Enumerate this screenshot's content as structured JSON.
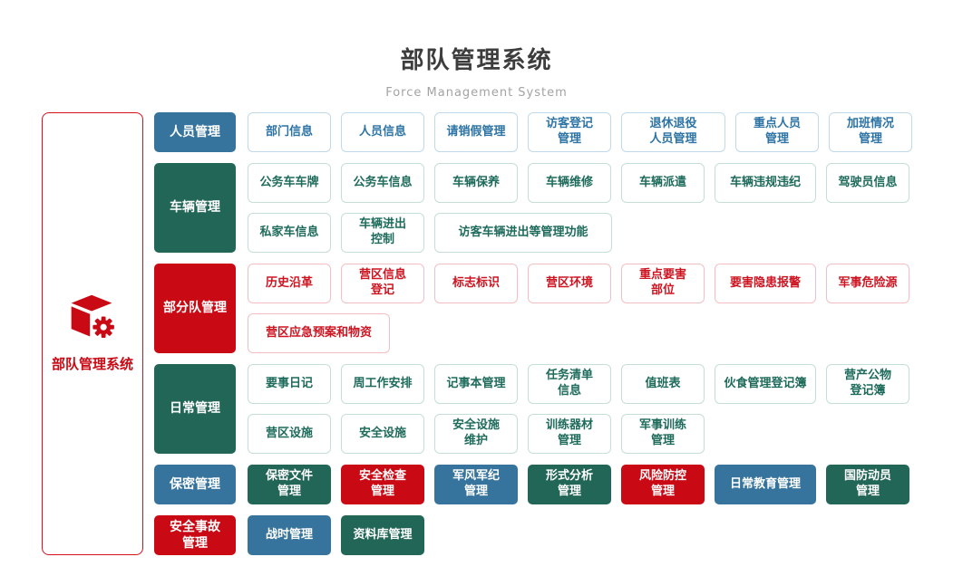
{
  "header": {
    "title": "部队管理系统",
    "subtitle": "Force Management System"
  },
  "root": {
    "label": "部队管理系统",
    "icon": "cube-gear-icon"
  },
  "palette": {
    "title": "#3d3d3d",
    "subtitle": "#a3a3a3",
    "blue": "#36749d",
    "green": "#226657",
    "red": "#c90a15",
    "root_border": "#d9111e",
    "item_blue": "#2d74a4",
    "item_blue_border": "#bfd9ea",
    "item_green": "#1e6b5c",
    "item_green_border": "#c5dfd6",
    "item_red": "#ce1421",
    "item_red_border": "#f3bfc3"
  },
  "sections": [
    {
      "label": "人员管理",
      "color": "blue",
      "items": [
        "部门信息",
        "人员信息",
        "请销假管理",
        "访客登记\n管理",
        "退休退役\n人员管理",
        "重点人员\n管理",
        "加班情况\n管理"
      ]
    },
    {
      "label": "车辆管理",
      "color": "green",
      "items": [
        "公务车车牌",
        "公务车信息",
        "车辆保养",
        "车辆维修",
        "车辆派遣",
        "车辆违规违纪",
        "驾驶员信息",
        "私家车信息",
        "车辆进出\n控制",
        "访客车辆进出等管理功能"
      ]
    },
    {
      "label": "部分队管理",
      "color": "red",
      "items": [
        "历史沿革",
        "营区信息\n登记",
        "标志标识",
        "营区环境",
        "重点要害\n部位",
        "要害隐患报警",
        "军事危险源",
        "营区应急预案和物资"
      ]
    },
    {
      "label": "日常管理",
      "color": "green",
      "items": [
        "要事日记",
        "周工作安排",
        "记事本管理",
        "任务清单\n信息",
        "值班表",
        "伙食管理登记簿",
        "营产公物\n登记簿",
        "营区设施",
        "安全设施",
        "安全设施\n维护",
        "训练器材\n管理",
        "军事训练\n管理"
      ]
    },
    {
      "label": "保密管理",
      "color": "blue",
      "items": [
        "保密文件\n管理",
        "安全检查\n管理",
        "军风军纪\n管理",
        "形式分析\n管理",
        "风险防控\n管理",
        "日常教育管理",
        "国防动员\n管理"
      ],
      "item_colors": [
        "green",
        "red",
        "blue",
        "green",
        "red",
        "blue",
        "green"
      ]
    },
    {
      "label": "安全事故\n管理",
      "color": "red",
      "items": [
        "战时管理",
        "资料库管理"
      ],
      "item_colors": [
        "blue",
        "green"
      ]
    }
  ]
}
